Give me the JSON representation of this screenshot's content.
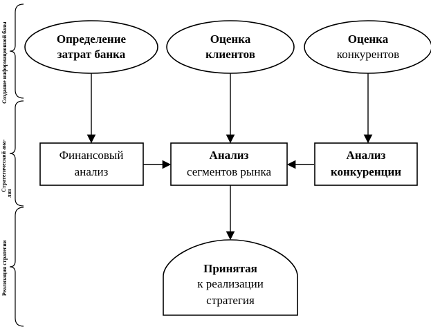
{
  "side_labels": {
    "stage1": "Создание информационной базы",
    "stage2_line1": "Стратегический ана-",
    "stage2_line2": "лиз",
    "stage3": "Реализация стратегии"
  },
  "nodes": {
    "costs": {
      "line1": "Определение",
      "line2": "затрат банка"
    },
    "clients": {
      "line1": "Оценка",
      "line2": "клиентов"
    },
    "competitors": {
      "line1": "Оценка",
      "line2": "конкурентов"
    },
    "financial": {
      "line1": "Финансовый",
      "line2": "анализ"
    },
    "segments": {
      "line1": "Анализ",
      "line2": "сегментов рынка"
    },
    "competition": {
      "line1": "Анализ",
      "line2": "конкуренции"
    },
    "strategy": {
      "line1": "Принятая",
      "line2": "к реализации",
      "line3": "стратегия"
    }
  }
}
